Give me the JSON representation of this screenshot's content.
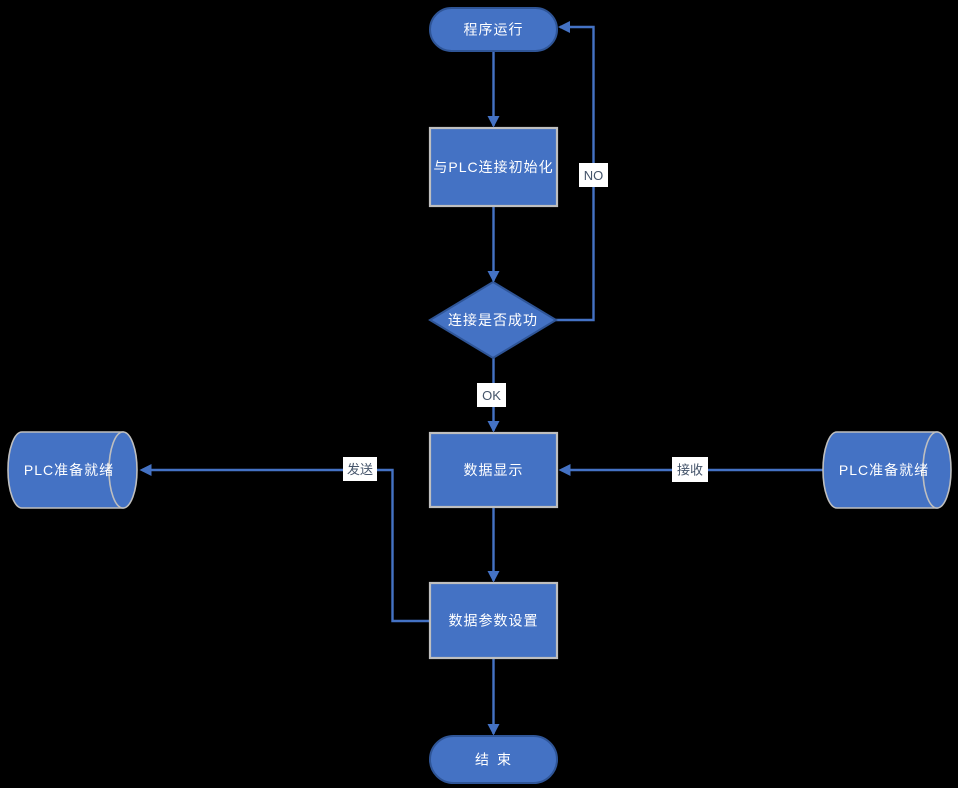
{
  "diagram": {
    "background_color": "#000000",
    "colors": {
      "shape_fill": "#4472C4",
      "shape_border_dark": "#2F5597",
      "shape_border_light": "#BFBFBF",
      "connector": "#4472C4",
      "shape_text": "#FFFFFF",
      "edge_label_text": "#44546A",
      "edge_label_bg": "#FFFFFF"
    },
    "nodes": {
      "start": {
        "type": "terminator",
        "label": "程序运行"
      },
      "init": {
        "type": "process",
        "label": "与PLC连接初始化"
      },
      "decision": {
        "type": "decision",
        "label": "连接是否成功"
      },
      "display": {
        "type": "process",
        "label": "数据显示"
      },
      "params": {
        "type": "process",
        "label": "数据参数设置"
      },
      "end": {
        "type": "terminator",
        "label": "结束"
      },
      "plc_left": {
        "type": "cylinder",
        "label": "PLC准备就绪"
      },
      "plc_right": {
        "type": "cylinder",
        "label": "PLC准备就绪"
      }
    },
    "edge_labels": {
      "no": "NO",
      "ok": "OK",
      "send": "发送",
      "receive": "接收"
    }
  }
}
